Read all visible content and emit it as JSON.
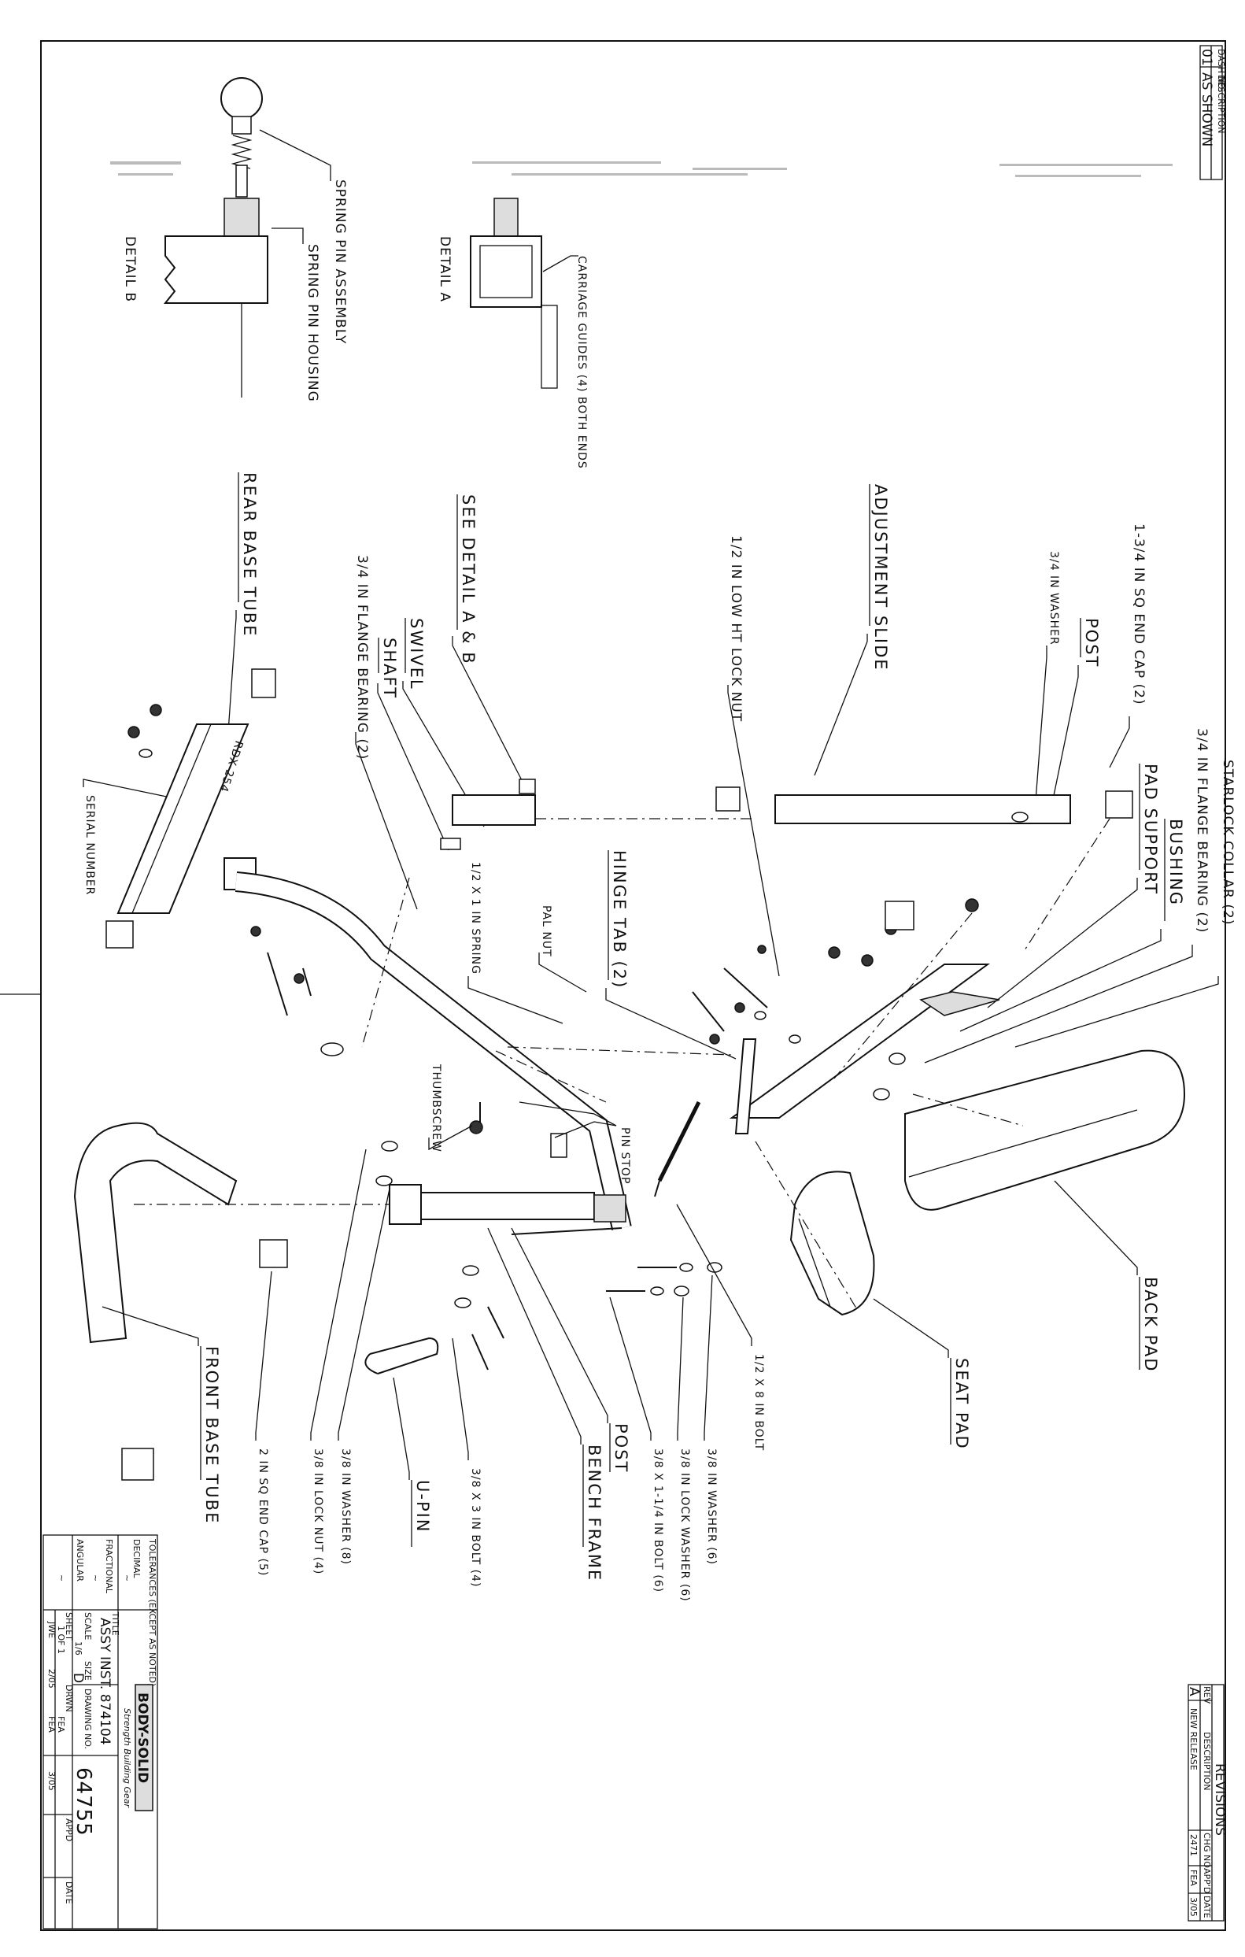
{
  "parts": {
    "starlock_collar": "STARLOCK COLLAR (2)",
    "flange_bearing_top": "3/4 IN FLANGE BEARING (2)",
    "sq_end_cap_175": "1-3/4 IN SQ END CAP (2)",
    "bushing": "BUSHING",
    "pad_support": "PAD SUPPORT",
    "post_top": "POST",
    "washer_34": "3/4 IN WASHER",
    "lock_nut_12": "1/2 IN LOW HT LOCK NUT",
    "adjustment_slide": "ADJUSTMENT SLIDE",
    "see_detail": "SEE DETAIL A & B",
    "swivel": "SWIVEL",
    "shaft": "SHAFT",
    "flange_bearing_left": "3/4 IN FLANGE BEARING (2)",
    "rear_base_tube": "REAR BASE TUBE",
    "serial_number": "SERIAL NUMBER",
    "carriage_guides": "CARRIAGE GUIDES (4) BOTH ENDS",
    "detail_a": "DETAIL A",
    "spring_pin_assembly": "SPRING PIN ASSEMBLY",
    "spring_pin_housing": "SPRING PIN HOUSING",
    "detail_b": "DETAIL B",
    "hinge_tab": "HINGE TAB (2)",
    "pal_nut": "PAL NUT",
    "spring": "1/2 X 1 IN SPRING",
    "thumbscrew": "THUMBSCREW",
    "pin_stop": "PIN STOP",
    "back_pad": "BACK PAD",
    "seat_pad": "SEAT PAD",
    "bolt_8": "1/2 X 8 IN BOLT",
    "washer_38_6": "3/8 IN WASHER (6)",
    "lock_washer_38": "3/8 IN LOCK WASHER (6)",
    "bolt_114": "3/8 X 1-1/4 IN BOLT (6)",
    "post": "POST",
    "bench_frame": "BENCH FRAME",
    "bolt_3": "3/8 X 3 IN BOLT (4)",
    "u_pin": "U-PIN",
    "washer_38_8": "3/8 IN WASHER (8)",
    "lock_nut_38": "3/8 IN LOCK NUT (4)",
    "sq_end_cap_2": "2 IN SQ END CAP (5)",
    "front_base_tube": "FRONT BASE TUBE"
  },
  "stamp": "RDX-254",
  "dash_block": {
    "head_dash": "DASH NO.",
    "head_desc": "DESCRIPTION",
    "no": "01",
    "desc": "AS SHOWN"
  },
  "revisions": {
    "title": "REVISIONS",
    "rev_head": "REV",
    "desc_head": "DESCRIPTION",
    "chg_head": "CHG NO.",
    "appd_head": "APP'D",
    "date_head": "DATE",
    "rev": "A",
    "desc": "NEW RELEASE",
    "chg": "2471",
    "appd": "FEA",
    "date": "3/05"
  },
  "title_block": {
    "tolerances": "TOLERANCES (EXCEPT AS NOTED)",
    "decimal": "DECIMAL",
    "fractional": "FRACTIONAL",
    "angular": "ANGULAR",
    "tilde": "~",
    "company": "BODY-SOLID",
    "tagline": "Strength Building Gear",
    "title_label": "TITLE",
    "title_1": "ASSY INST. 874104",
    "scale_label": "SCALE",
    "scale": "1/6",
    "size_label": "SIZE",
    "size": "D",
    "sheet_label": "SHEET",
    "sheet": "1 OF 1",
    "drawing_no_label": "DRAWING NO.",
    "drawn_label": "DRWN",
    "drawn": "FEA",
    "appd_label": "APPD",
    "appd": "FEA",
    "part_no": "64755",
    "date_label": "DATE",
    "date": "2/05",
    "date2": "3/05",
    "jw": "JWE"
  }
}
